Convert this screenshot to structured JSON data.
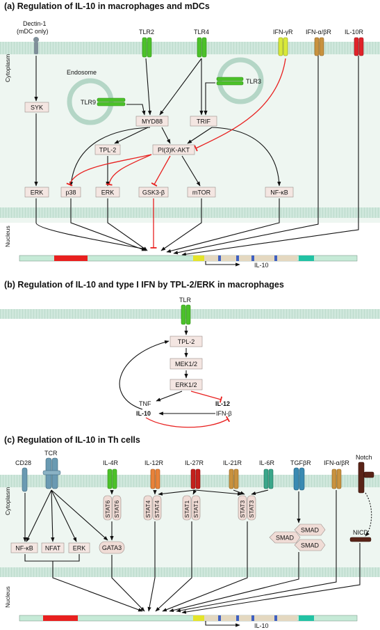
{
  "panel_a": {
    "title": "(a) Regulation of IL-10 in macrophages and mDCs",
    "receptors": {
      "dectin": "Dectin-1",
      "dectin_note": "(mDC only)",
      "tlr2": "TLR2",
      "tlr4": "TLR4",
      "ifngr": "IFN-γR",
      "ifnabr": "IFN-α/βR",
      "il10r": "IL-10R"
    },
    "endosome": "Endosome",
    "tlr9": "TLR9",
    "tlr3": "TLR3",
    "cytoplasm": "Cytoplasm",
    "nucleus": "Nucleus",
    "nodes": {
      "syk": "SYK",
      "myd88": "MYD88",
      "trif": "TRIF",
      "tpl2": "TPL-2",
      "pi3k": "PI(3)K-AKT",
      "erk_left": "ERK",
      "p38": "p38",
      "erk": "ERK",
      "gsk3b": "GSK3-β",
      "mtor": "mTOR",
      "nfkb": "NF-κB"
    },
    "gene": "IL-10"
  },
  "panel_b": {
    "title": "(b) Regulation of IL-10 and type I IFN by TPL-2/ERK in macrophages",
    "tlr": "TLR",
    "nodes": {
      "tpl2": "TPL-2",
      "mek": "MEK1/2",
      "erk": "ERK1/2"
    },
    "tnf": "TNF",
    "il10": "IL-10",
    "il12": "IL-12",
    "ifnb": "IFN-β"
  },
  "panel_c": {
    "title": "(c) Regulation of IL-10 in Th cells",
    "receptors": {
      "cd28": "CD28",
      "tcr": "TCR",
      "il4r": "IL-4R",
      "il12r": "IL-12R",
      "il27r": "IL-27R",
      "il21r": "IL-21R",
      "il6r": "IL-6R",
      "tgfbr": "TGFβR",
      "ifnabr": "IFN-α/βR",
      "notch": "Notch"
    },
    "cytoplasm": "Cytoplasm",
    "nucleus": "Nucleus",
    "stats": {
      "stat6": "STAT6",
      "stat4": "STAT4",
      "stat1": "STAT1",
      "stat3": "STAT3"
    },
    "nodes": {
      "nfkb": "NF-κB",
      "nfat": "NFAT",
      "erk": "ERK",
      "gata3": "GATA3",
      "smad": "SMAD",
      "nicd": "NICD"
    },
    "gene": "IL-10"
  },
  "colors": {
    "membrane": "#c9e4d6",
    "cytoplasm_bg": "#ecf5f0",
    "inhibit": "#e8201f",
    "node_fill": "#f4e6e2",
    "tlr_green": "#4cc12a",
    "dectin_grey": "#7f8f99"
  }
}
